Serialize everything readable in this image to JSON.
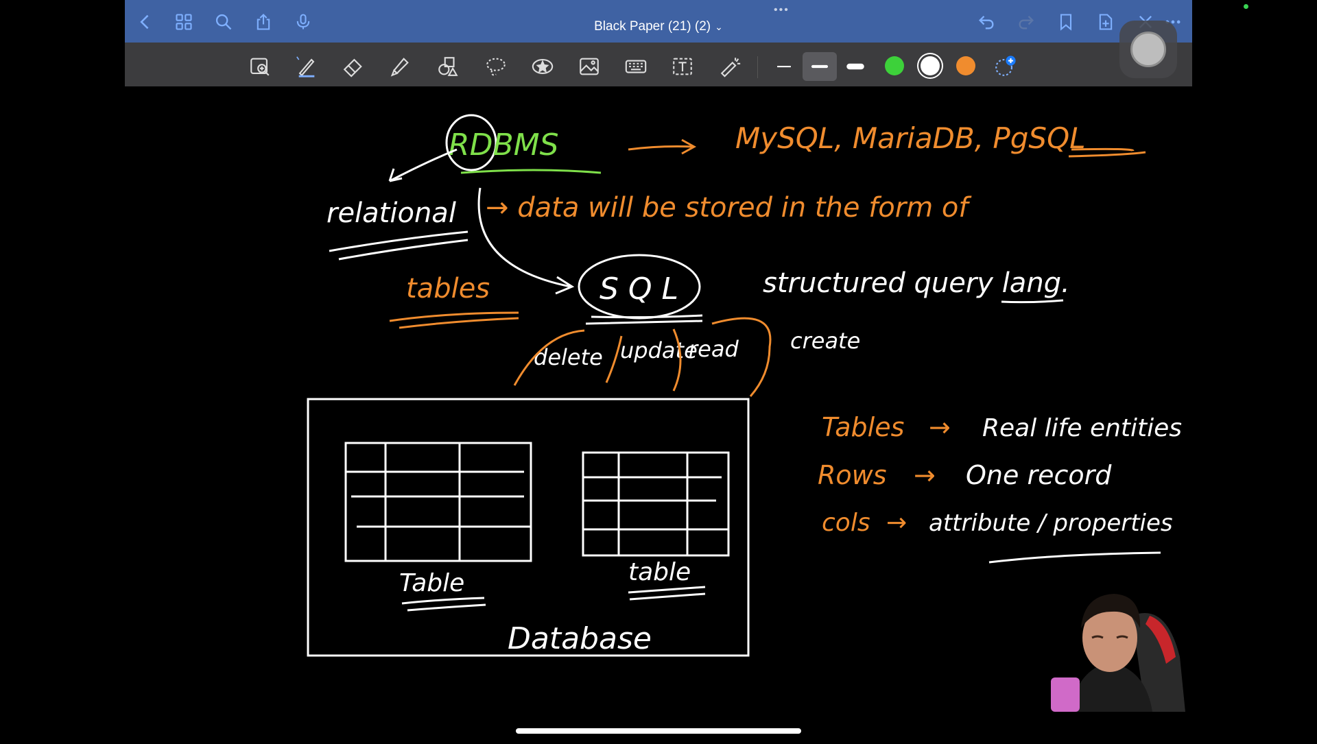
{
  "header": {
    "title": "Black Paper  (21) (2)",
    "title_chevron": "⌄",
    "more_dots": "•••"
  },
  "toolbar": {
    "tools": [
      "zoom-box-icon",
      "pen-icon",
      "eraser-icon",
      "highlighter-icon",
      "shapes-icon",
      "lasso-icon",
      "sticker-icon",
      "image-icon",
      "keyboard-icon",
      "text-box-icon",
      "laser-pointer-icon"
    ],
    "colors": [
      "#3dd13a",
      "#ffffff",
      "#f08c2e"
    ]
  },
  "canvas": {
    "notes": {
      "rdbms": "RDBMS",
      "examples": "MySQL,    MariaDB, PgSQL",
      "relational": "relational",
      "data_stored": "→ data   will   be stored      in the form of",
      "tables": "tables",
      "sql": "S Q L",
      "sql_expansion": "structured   query   lang.",
      "delete": "delete",
      "update": "update",
      "read": "read",
      "create": "create",
      "table_left": "Table",
      "table_right": "table",
      "database": "Database",
      "tables_def_term": "Tables",
      "tables_def": "Real life entities",
      "rows_term": "Rows",
      "rows_def": "One record",
      "cols_term": "cols",
      "cols_def": "attribute / properties",
      "arrow": "→"
    }
  },
  "colors": {
    "header": "#3f62a3",
    "toolbar": "#3c3c3e",
    "ink_orange": "#f08c2e",
    "ink_green": "#7fe04a",
    "ink_white": "#ffffff"
  }
}
